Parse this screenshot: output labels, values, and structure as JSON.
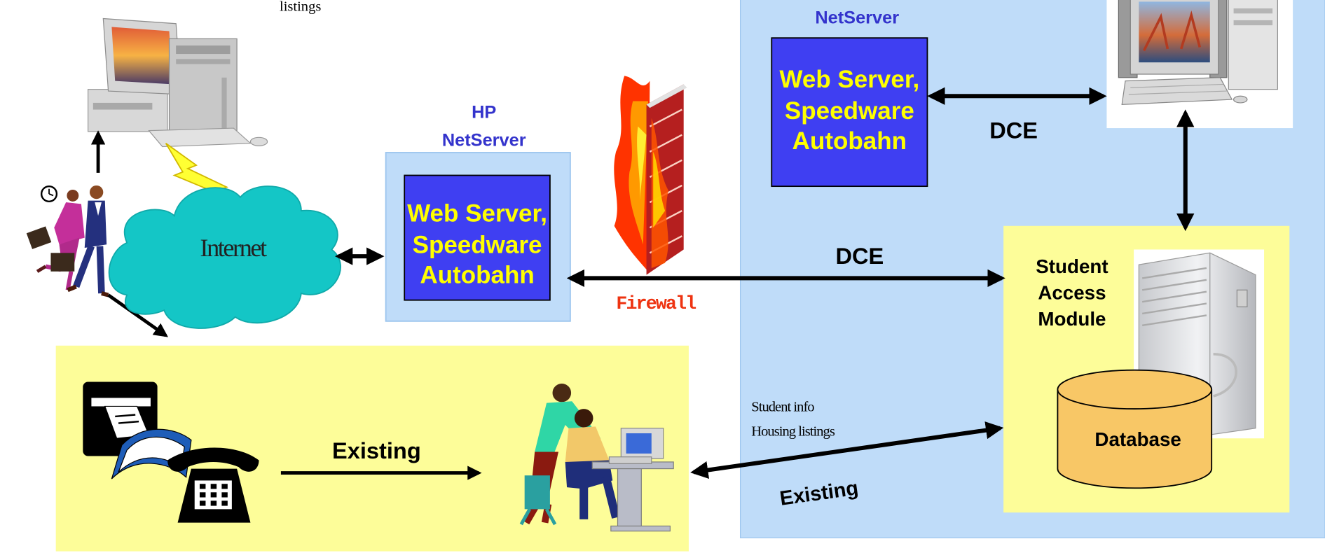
{
  "top_caption": "listings",
  "hp_label": {
    "line1": "HP",
    "line2": "NetServer"
  },
  "right_server_caption": "NetServer",
  "web_server_box": {
    "line1": "Web Server,",
    "line2": "Speedware",
    "line3": "Autobahn"
  },
  "internet_label": "Internet",
  "firewall_label": "Firewall",
  "dce_labels": [
    "DCE",
    "DCE"
  ],
  "student_access_module": {
    "line1": "Student",
    "line2": "Access",
    "line3": "Module"
  },
  "database_label": "Database",
  "student_info": {
    "line1": "Student info",
    "line2": "Housing listings"
  },
  "existing_labels": [
    "Existing",
    "Existing"
  ],
  "colors": {
    "panel_blue": "#bfdcf9",
    "panel_yellow": "#fdfd99",
    "server_box": "#3f3ff2",
    "server_text": "#ffff00",
    "label_blue": "#3333cc",
    "cloud": "#14c6c6",
    "firewall_text": "#ee3311",
    "database": "#f8c766"
  },
  "icons": [
    "desktop-computer-icon",
    "business-people-icon",
    "lightning-icon",
    "internet-cloud-icon",
    "firewall-icon",
    "server-tower-icon",
    "fax-icon",
    "book-icon",
    "telephone-icon",
    "office-workers-icon",
    "database-cylinder-icon"
  ]
}
